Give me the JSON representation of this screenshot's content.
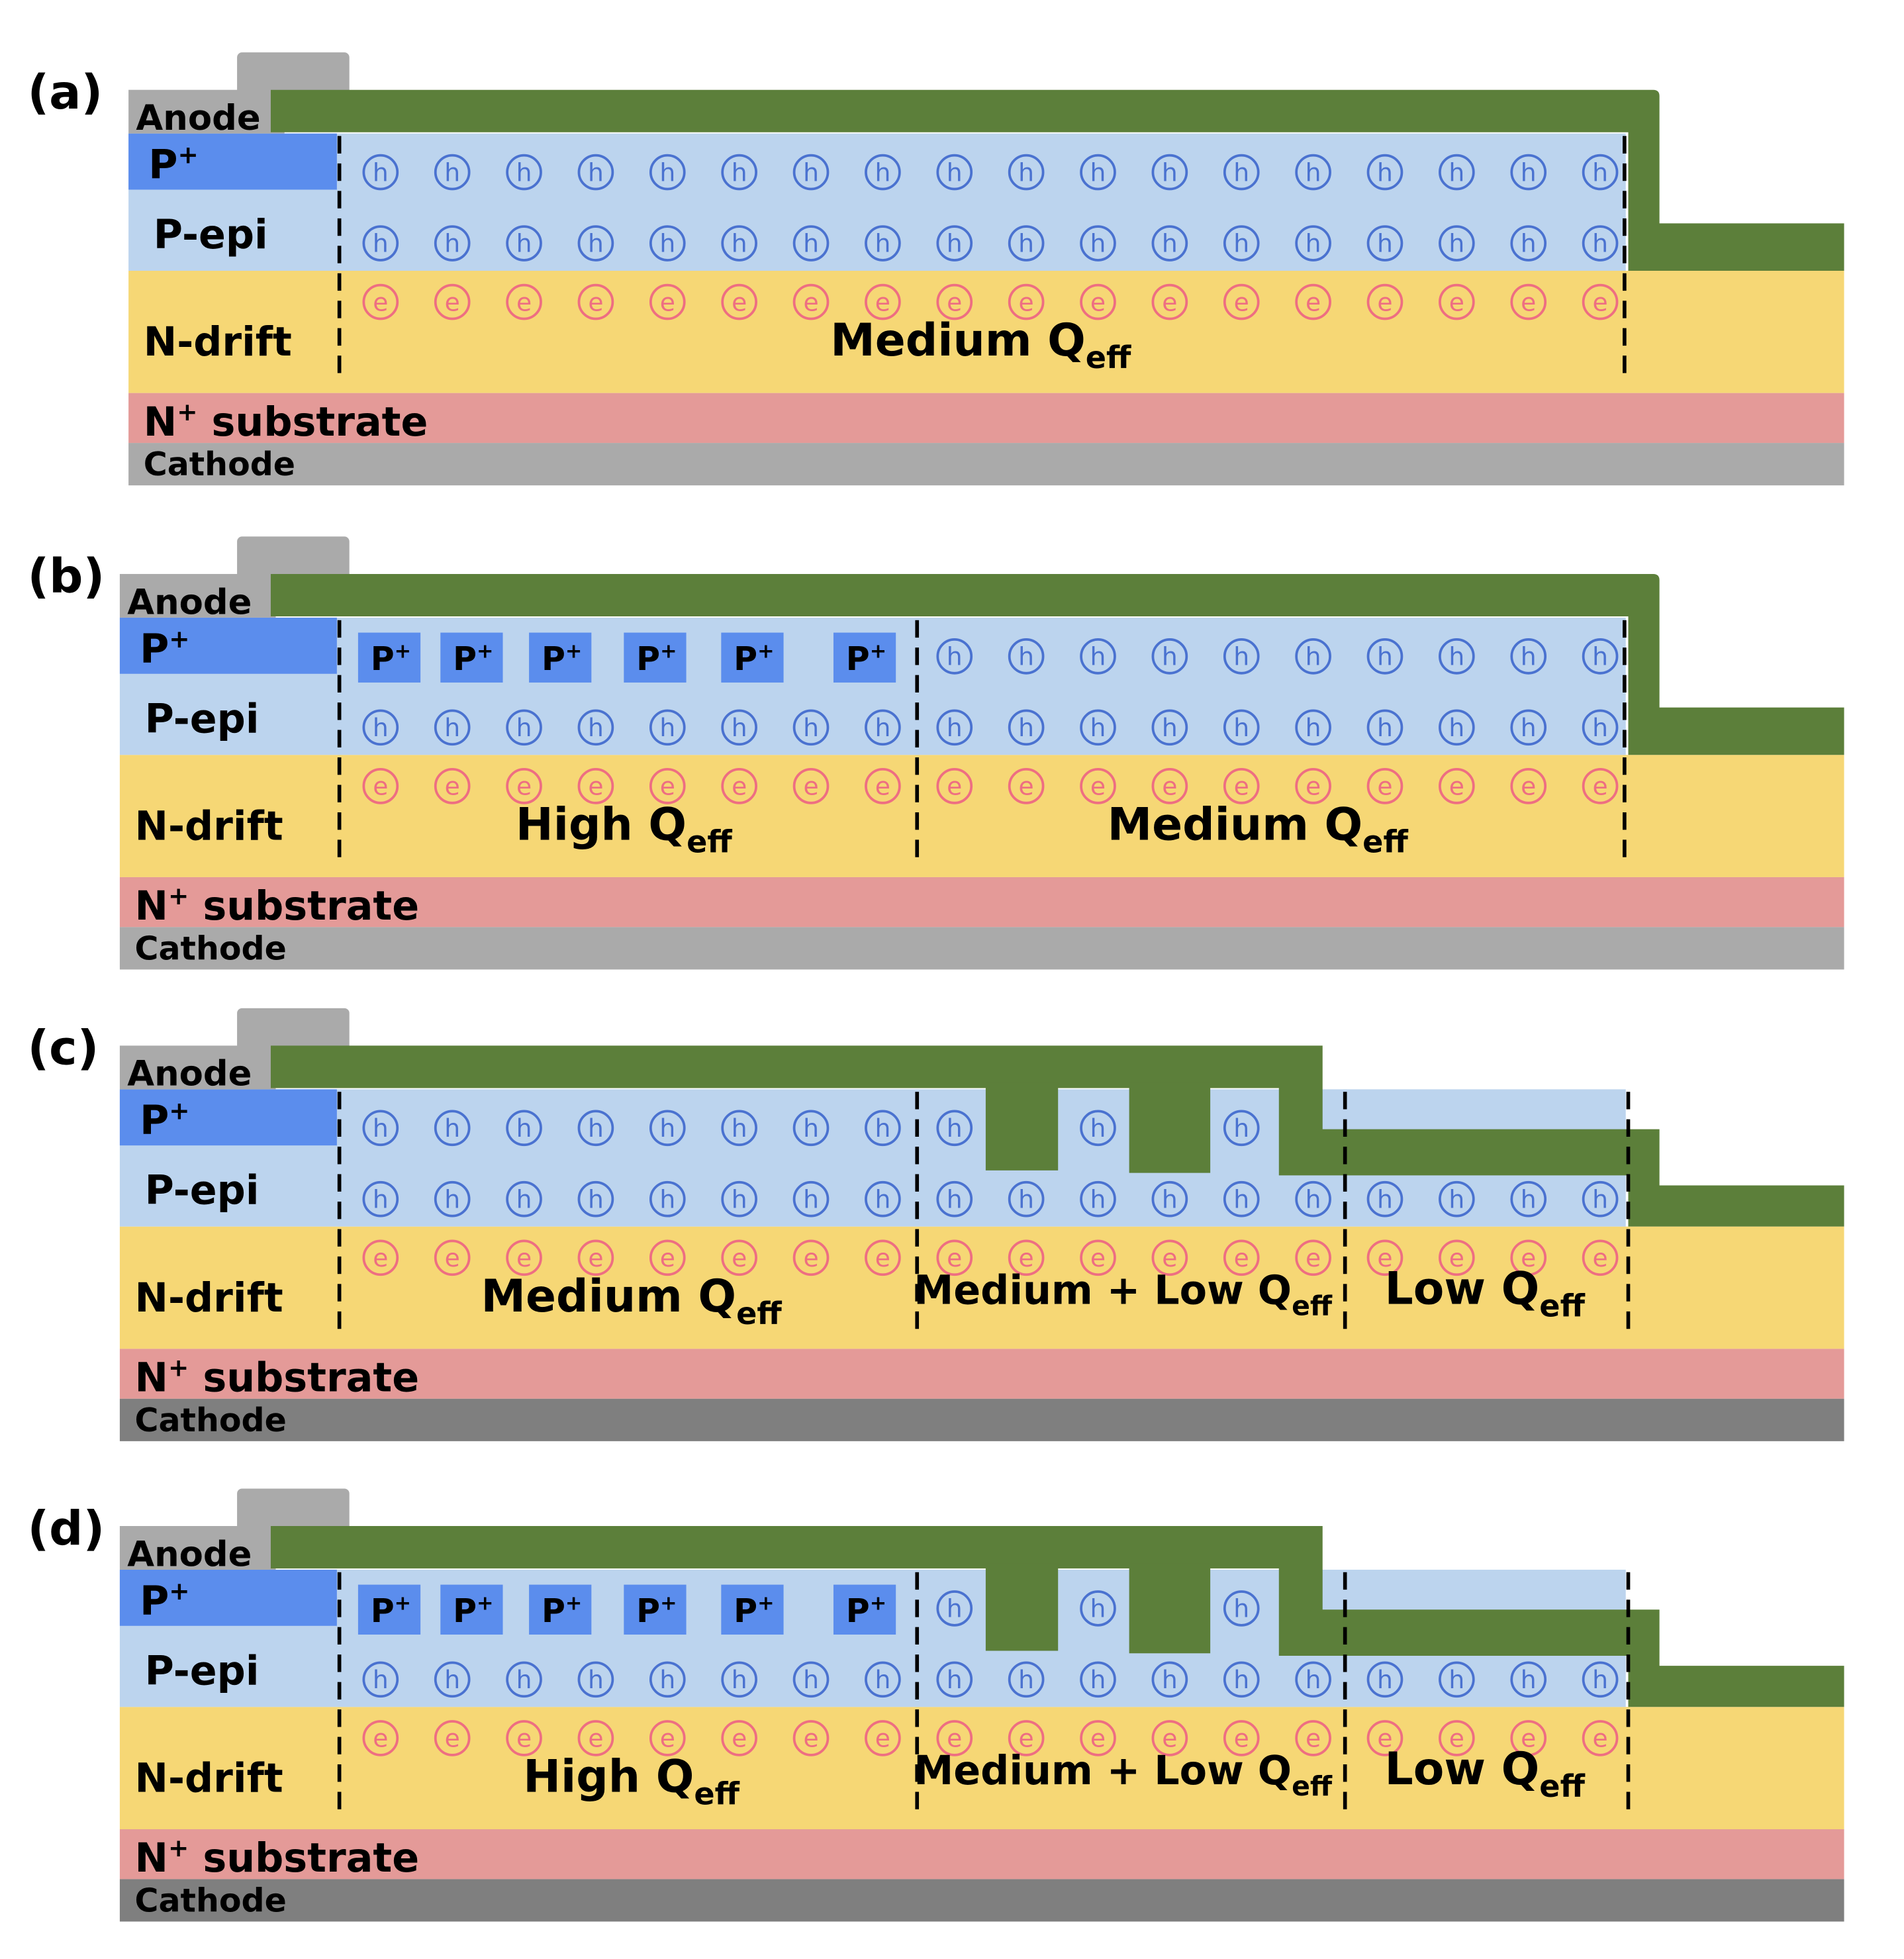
{
  "colors": {
    "metal": "#5c7f3a",
    "anode_grey": "#aaaaaa",
    "cathode_light": "#aaaaaa",
    "cathode_dark": "#7f7f7f",
    "p_plus": "#5b8ded",
    "p_epi": "#bcd4ee",
    "n_drift": "#f6d775",
    "n_sub": "#e49a98",
    "hole": "#4a72d0",
    "electron": "#ee6e82",
    "text": "#000000"
  },
  "labels": {
    "anode": "Anode",
    "p_plus": "P",
    "plus_sign": "+",
    "p_epi": "P-epi",
    "n_drift": "N-drift",
    "n_plus_n": "N",
    "n_plus_rest": " substrate",
    "cathode": "Cathode",
    "hole_symbol": "h",
    "electron_symbol": "e",
    "q_base": "Q",
    "q_sub": "eff"
  },
  "panels": [
    {
      "id": "a",
      "label": "(a)",
      "cathode": "light",
      "rings": false,
      "jte": false,
      "regions": [
        {
          "prefix": "Medium ",
          "row1": "holes",
          "row2": "holes",
          "ele": true
        }
      ]
    },
    {
      "id": "b",
      "label": "(b)",
      "cathode": "light",
      "rings": true,
      "jte": false,
      "regions": [
        {
          "prefix": "High ",
          "row1": "rings",
          "row2": "holes",
          "ele": true
        },
        {
          "prefix": "Medium ",
          "row1": "holes",
          "row2": "holes",
          "ele": true
        }
      ]
    },
    {
      "id": "c",
      "label": "(c)",
      "cathode": "dark",
      "rings": false,
      "jte": true,
      "regions": [
        {
          "prefix": "Medium ",
          "row1": "holes",
          "row2": "holes",
          "ele": true
        },
        {
          "prefix": "Medium + Low ",
          "row1": "trench",
          "row2": "holes",
          "ele": true
        },
        {
          "prefix": "Low ",
          "row1": "none",
          "row2": "holes",
          "ele": true
        }
      ]
    },
    {
      "id": "d",
      "label": "(d)",
      "cathode": "dark",
      "rings": true,
      "jte": true,
      "regions": [
        {
          "prefix": "High ",
          "row1": "rings",
          "row2": "holes",
          "ele": true
        },
        {
          "prefix": "Medium + Low ",
          "row1": "trench",
          "row2": "holes",
          "ele": true
        },
        {
          "prefix": "Low ",
          "row1": "none",
          "row2": "holes",
          "ele": true
        }
      ]
    }
  ]
}
